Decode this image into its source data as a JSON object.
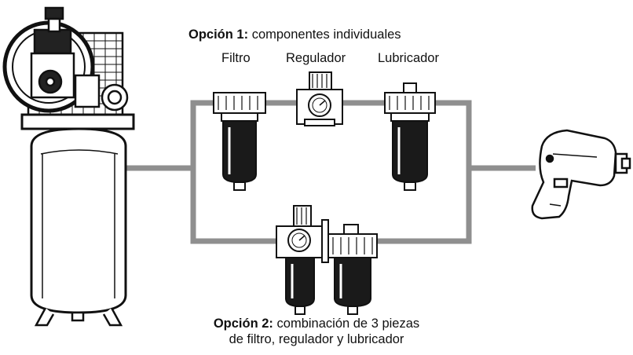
{
  "option1": {
    "heading": "Opción 1:",
    "text": "componentes individuales",
    "components": [
      "Filtro",
      "Regulador",
      "Lubricador"
    ]
  },
  "option2": {
    "heading": "Opción 2:",
    "line1": "combinación de 3 piezas",
    "line2": "de filtro, regulador y lubricador"
  },
  "colors": {
    "pipe": "#8f8f8f",
    "ink": "#111111",
    "bowl": "#1a1a1a",
    "metal": "#ffffff"
  },
  "icons": [
    "air-compressor-icon",
    "filter-icon",
    "regulator-icon",
    "lubricator-icon",
    "frl-combination-icon",
    "impact-wrench-icon"
  ]
}
